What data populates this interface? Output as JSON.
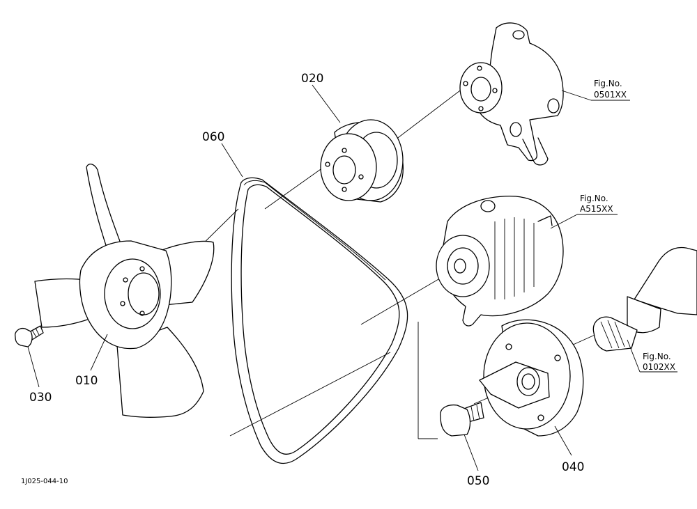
{
  "diagram": {
    "parts": {
      "p010": "010",
      "p020": "020",
      "p030": "030",
      "p040": "040",
      "p050": "050",
      "p060": "060"
    },
    "references": {
      "water_pump": {
        "line1": "Fig.No.",
        "line2": "0501XX"
      },
      "alternator": {
        "line1": "Fig.No.",
        "line2": "A515XX"
      },
      "crankshaft": {
        "line1": "Fig.No.",
        "line2": "0102XX"
      }
    },
    "footer_code": "1J025-044-10"
  },
  "icons": [
    "fan-icon",
    "pulley-icon",
    "bolt-icon",
    "belt-icon",
    "water-pump-icon",
    "alternator-icon",
    "crankshaft-icon"
  ]
}
